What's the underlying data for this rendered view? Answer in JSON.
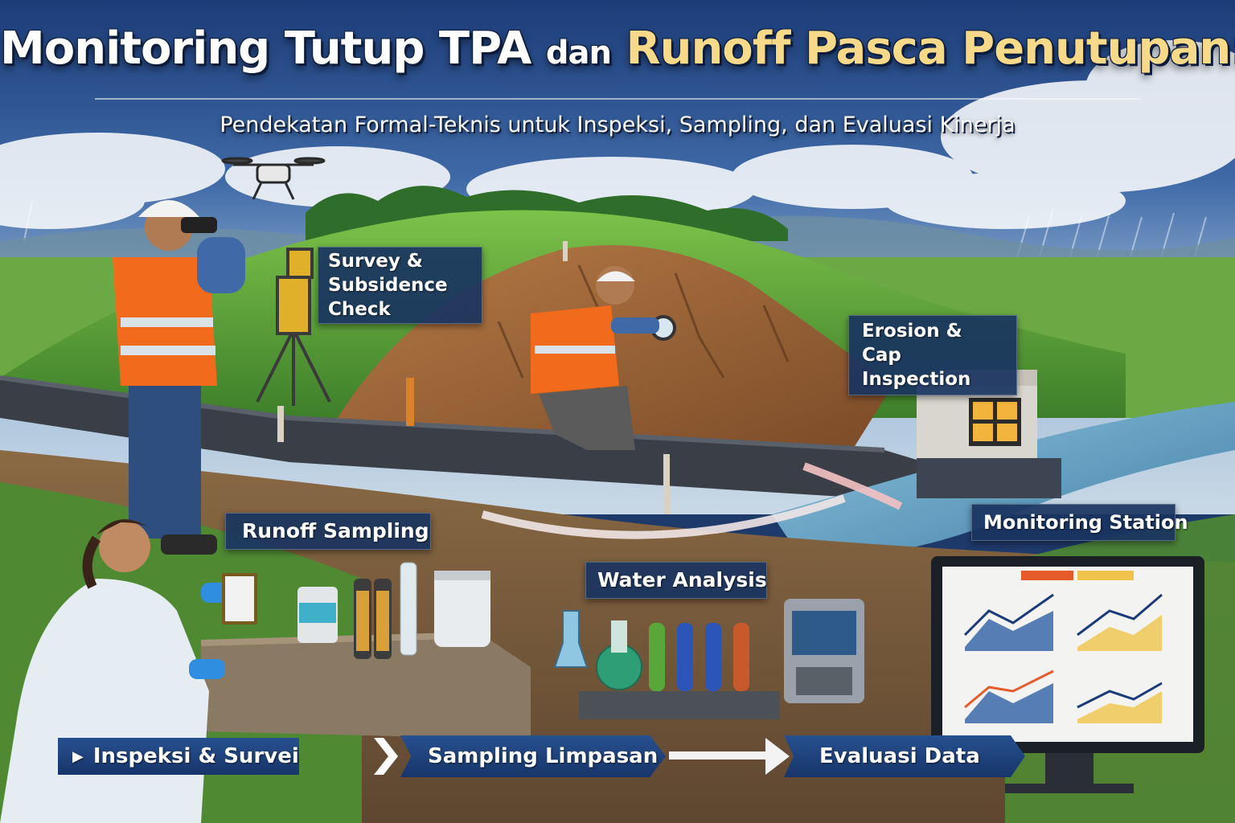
{
  "header": {
    "title_part1": "Monitoring Tutup TPA",
    "title_part2": "dan",
    "title_part3": "Runoff Pasca Penutupan:",
    "subtitle": "Pendekatan Formal-Teknis untuk Inspeksi, Sampling, dan Evaluasi Kinerja"
  },
  "labels": {
    "survey": "Survey &\nSubsidence Check",
    "erosion": "Erosion & Cap\nInspection",
    "runoff": "Runoff Sampling",
    "monitoring": "Monitoring Station",
    "water": "Water Analysis"
  },
  "flow": {
    "step1": "Inspeksi & Survei",
    "step2": "Sampling Limpasan",
    "step3": "Evaluasi Data",
    "step1_marker": "▶"
  },
  "colors": {
    "accent_title": "#f7d98a",
    "label_bg": "#193460",
    "flow_bg": "#1f4480",
    "vest": "#f26a1b",
    "grass": "#5da33a",
    "soil": "#9b6437"
  }
}
